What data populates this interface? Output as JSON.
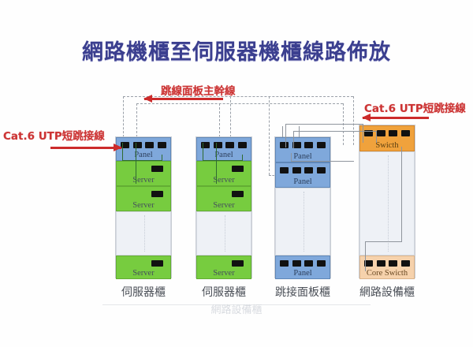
{
  "page": {
    "title": "網路機櫃至伺服器機櫃線路佈放",
    "title_color": "#3b3f8f",
    "background": "#fefefe",
    "watermark": "網路設備櫃"
  },
  "annotations": {
    "trunk_label": "跳線面板主幹線",
    "left_patch_label": "Cat.6 UTP短跳接線",
    "right_patch_label": "Cat.6 UTP短跳接線",
    "accent_color": "#cc3333"
  },
  "colors": {
    "server_green": "#77cc3f",
    "panel_blue": "#7fa8db",
    "switch_orange": "#f0a23c",
    "core_switch_orange": "#f6d2ac",
    "empty_slot": "#eef1f6",
    "port_black": "#111111",
    "cable_gray": "#9aa0a8",
    "cable_green": "#2f6b2f"
  },
  "racks": [
    {
      "id": "rack-server-1",
      "label": "伺服器櫃",
      "units": [
        {
          "type": "panel",
          "caption": "Panel",
          "ports": 4
        },
        {
          "type": "server",
          "caption": "Server",
          "ports": 1
        },
        {
          "type": "server",
          "caption": "Server",
          "ports": 1
        },
        {
          "type": "empty",
          "caption": "",
          "ports": 0
        },
        {
          "type": "server",
          "caption": "Server",
          "ports": 1
        }
      ]
    },
    {
      "id": "rack-server-2",
      "label": "伺服器櫃",
      "units": [
        {
          "type": "panel",
          "caption": "Panel",
          "ports": 4
        },
        {
          "type": "server",
          "caption": "Server",
          "ports": 1
        },
        {
          "type": "server",
          "caption": "Server",
          "ports": 1
        },
        {
          "type": "empty",
          "caption": "",
          "ports": 0
        },
        {
          "type": "server",
          "caption": "Server",
          "ports": 1
        }
      ]
    },
    {
      "id": "rack-patch-panel",
      "label": "跳接面板櫃",
      "units": [
        {
          "type": "panel",
          "caption": "Panel",
          "ports": 4
        },
        {
          "type": "panel",
          "caption": "Panel",
          "ports": 4
        },
        {
          "type": "empty",
          "caption": "",
          "ports": 0
        },
        {
          "type": "panel",
          "caption": "Panel",
          "ports": 4
        }
      ]
    },
    {
      "id": "rack-network",
      "label": "網路設備櫃",
      "units": [
        {
          "type": "switch",
          "caption": "Swicth",
          "ports": 4
        },
        {
          "type": "empty",
          "caption": "",
          "ports": 0
        },
        {
          "type": "core-switch",
          "caption": "Core Swicth",
          "ports": 4
        }
      ]
    }
  ]
}
